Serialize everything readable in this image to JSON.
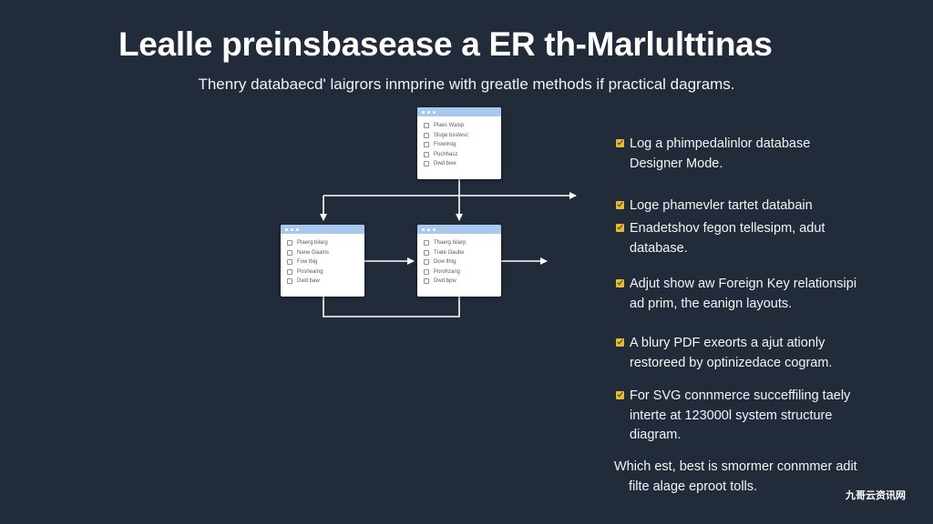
{
  "title": "Lealle preinsbasease a ER th-Marlulttinas",
  "subtitle": "Thenry databaecd' laigrors inmprine with greatle methods if practical dagrams.",
  "diagram": {
    "tables": [
      {
        "rows": [
          "Plaes Walsp",
          "Sluge bsslwsc",
          "Frowlmig",
          "Puchhasz",
          "Dwd bwe"
        ]
      },
      {
        "rows": [
          "Plaerg bilarg",
          "Nane Oaalns",
          "Fow lbig",
          "Posheaing",
          "Dwd baw"
        ]
      },
      {
        "rows": [
          "Thaerg bilarp",
          "Trate Oaube",
          "Dow llhig",
          "Porohzang",
          "Dwd bpw"
        ]
      }
    ]
  },
  "notes": [
    {
      "lines": [
        "Log a phimpedalinlor database",
        "Designer Mode."
      ]
    },
    {
      "lines": [
        "Loge phamevler tartet databain"
      ]
    },
    {
      "lines": [
        "Enadetshov fegon tellesipm, adut",
        "database."
      ]
    },
    {
      "lines": [
        "Adjut show aw Foreign Key relationsipi",
        "ad prim, the eanign layouts."
      ]
    },
    {
      "lines": [
        "A blury PDF exeorts a ajut ationly",
        "restoreed by optinizedace cogram."
      ]
    },
    {
      "lines": [
        "For SVG connmerce succeffiling taely",
        "interte at 123000l system structure",
        "diagram."
      ]
    }
  ],
  "closing": {
    "lines": [
      "Which est, best is smormer conmmer adit",
      "filte alage eproot tolls."
    ]
  },
  "watermark": "九哥云资讯网",
  "colors": {
    "background": "#222b39",
    "table_header": "#a8c8ee",
    "check": "#e5bd2a",
    "connector": "#ffffff"
  },
  "icons": {
    "bullet": "checkbox-icon"
  }
}
